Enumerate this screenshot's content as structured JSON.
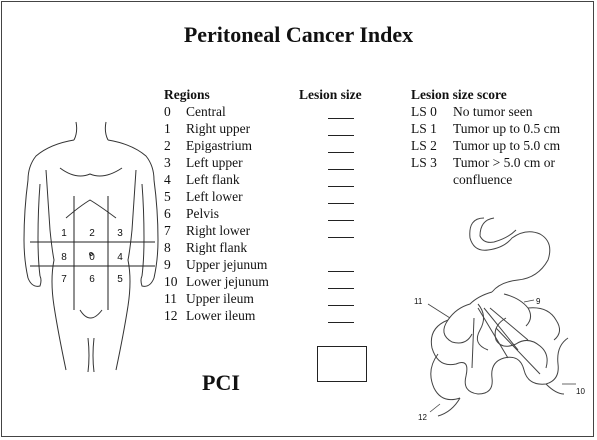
{
  "title": "Peritoneal Cancer Index",
  "headers": {
    "regions": "Regions",
    "lesion_size": "Lesion size",
    "score": "Lesion size score"
  },
  "regions": [
    {
      "num": "0",
      "name": "Central"
    },
    {
      "num": "1",
      "name": "Right upper"
    },
    {
      "num": "2",
      "name": "Epigastrium"
    },
    {
      "num": "3",
      "name": "Left upper"
    },
    {
      "num": "4",
      "name": "Left flank"
    },
    {
      "num": "5",
      "name": "Left lower"
    },
    {
      "num": "6",
      "name": "Pelvis"
    },
    {
      "num": "7",
      "name": "Right lower"
    },
    {
      "num": "8",
      "name": "Right flank"
    },
    {
      "num": "9",
      "name": "Upper jejunum"
    },
    {
      "num": "10",
      "name": "Lower jejunum"
    },
    {
      "num": "11",
      "name": "Upper ileum"
    },
    {
      "num": "12",
      "name": "Lower ileum"
    }
  ],
  "scores": [
    {
      "code": "LS 0",
      "desc": "No tumor seen"
    },
    {
      "code": "LS 1",
      "desc": "Tumor up to 0.5 cm"
    },
    {
      "code": "LS 2",
      "desc": "Tumor up to 5.0 cm"
    },
    {
      "code": "LS 3",
      "desc": "Tumor > 5.0 cm or",
      "desc2": "confluence"
    }
  ],
  "pci_label": "PCI",
  "torso_grid_labels": [
    "1",
    "2",
    "3",
    "8",
    "0",
    "4",
    "7",
    "6",
    "5"
  ],
  "intestine_labels": [
    "11",
    "9",
    "12",
    "10"
  ]
}
